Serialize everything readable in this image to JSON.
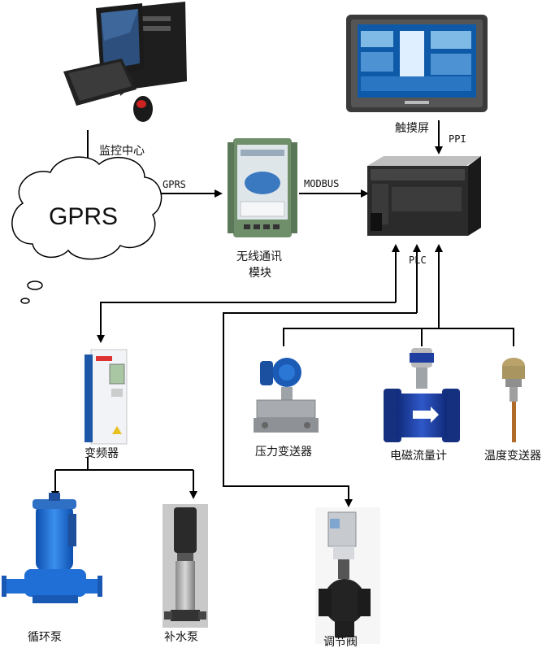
{
  "labels": {
    "monitor_center": "监控中心",
    "gprs_cloud": "GPRS",
    "gprs_link": "GPRS",
    "wireless_module": [
      "无线通讯",
      "模块"
    ],
    "modbus_link": "MODBUS",
    "touch_screen": "触摸屏",
    "ppi_link": "PPI",
    "plc": "PLC",
    "inverter": "变频器",
    "pressure_transmitter": "压力变送器",
    "flow_meter": "电磁流量计",
    "temp_transmitter": "温度变送器",
    "circulation_pump": "循环泵",
    "makeup_pump": "补水泵",
    "control_valve": "调节阀"
  },
  "colors": {
    "line": "#000000",
    "pump_blue": "#1f6fd6",
    "meter_blue": "#1b3a9a",
    "panel_frame": "#3a3a3a",
    "screen_bg": "#0f5aa8"
  }
}
